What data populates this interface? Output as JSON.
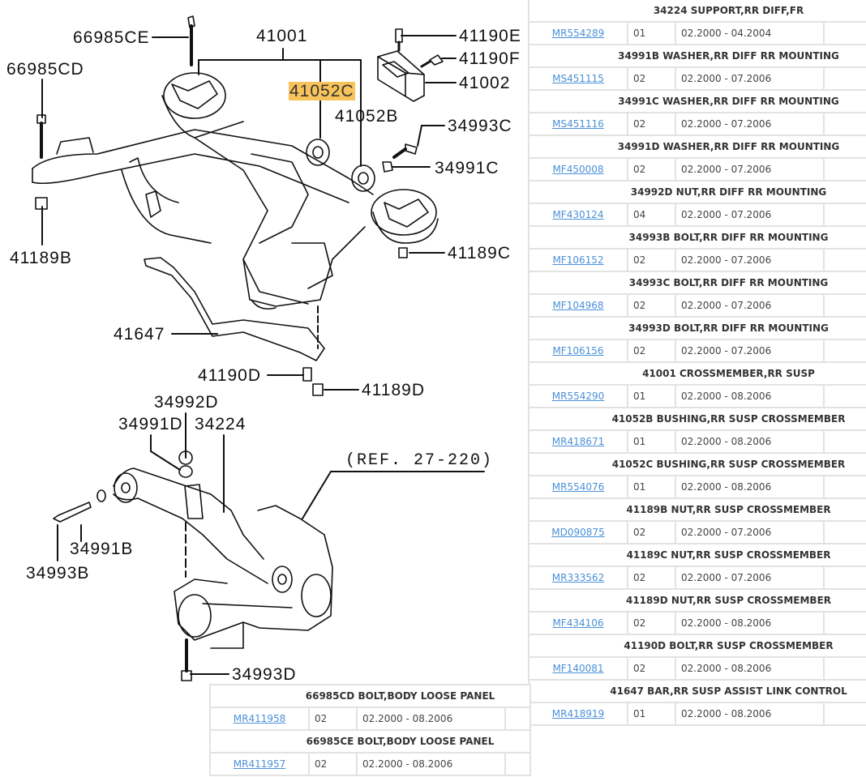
{
  "diagram": {
    "callouts": {
      "c66985CE": "66985CE",
      "c41001": "41001",
      "c41190E": "41190E",
      "c41190F": "41190F",
      "c66985CD": "66985CD",
      "c41052C": "41052C",
      "c41002": "41002",
      "c41052B": "41052B",
      "c34993C": "34993C",
      "c34991C": "34991C",
      "c41189B": "41189B",
      "c41189C": "41189C",
      "c41647": "41647",
      "c41190D": "41190D",
      "c41189D": "41189D",
      "c34992D": "34992D",
      "c34991D": "34991D",
      "c34224": "34224",
      "ref": "(REF. 27-220)",
      "c34991B": "34991B",
      "c34993B": "34993B",
      "c34993D": "34993D"
    },
    "highlight_color": "#f7c35a"
  },
  "right_table": {
    "groups": [
      {
        "heading": "34224 SUPPORT,RR DIFF,FR",
        "part_no": "MR554289",
        "qty": "01",
        "dates": "02.2000 - 04.2004"
      },
      {
        "heading": "34991B WASHER,RR DIFF RR MOUNTING",
        "part_no": "MS451115",
        "qty": "02",
        "dates": "02.2000 - 07.2006"
      },
      {
        "heading": "34991C WASHER,RR DIFF RR MOUNTING",
        "part_no": "MS451116",
        "qty": "02",
        "dates": "02.2000 - 07.2006"
      },
      {
        "heading": "34991D WASHER,RR DIFF RR MOUNTING",
        "part_no": "MF450008",
        "qty": "02",
        "dates": "02.2000 - 07.2006"
      },
      {
        "heading": "34992D NUT,RR DIFF RR MOUNTING",
        "part_no": "MF430124",
        "qty": "04",
        "dates": "02.2000 - 07.2006"
      },
      {
        "heading": "34993B BOLT,RR DIFF RR MOUNTING",
        "part_no": "MF106152",
        "qty": "02",
        "dates": "02.2000 - 07.2006"
      },
      {
        "heading": "34993C BOLT,RR DIFF RR MOUNTING",
        "part_no": "MF104968",
        "qty": "02",
        "dates": "02.2000 - 07.2006"
      },
      {
        "heading": "34993D BOLT,RR DIFF RR MOUNTING",
        "part_no": "MF106156",
        "qty": "02",
        "dates": "02.2000 - 07.2006"
      },
      {
        "heading": "41001 CROSSMEMBER,RR SUSP",
        "part_no": "MR554290",
        "qty": "01",
        "dates": "02.2000 - 08.2006"
      },
      {
        "heading": "41052B BUSHING,RR SUSP CROSSMEMBER",
        "part_no": "MR418671",
        "qty": "01",
        "dates": "02.2000 - 08.2006"
      },
      {
        "heading": "41052C BUSHING,RR SUSP CROSSMEMBER",
        "part_no": "MR554076",
        "qty": "01",
        "dates": "02.2000 - 08.2006"
      },
      {
        "heading": "41189B NUT,RR SUSP CROSSMEMBER",
        "part_no": "MD090875",
        "qty": "02",
        "dates": "02.2000 - 07.2006"
      },
      {
        "heading": "41189C NUT,RR SUSP CROSSMEMBER",
        "part_no": "MR333562",
        "qty": "02",
        "dates": "02.2000 - 07.2006"
      },
      {
        "heading": "41189D NUT,RR SUSP CROSSMEMBER",
        "part_no": "MF434106",
        "qty": "02",
        "dates": "02.2000 - 08.2006"
      },
      {
        "heading": "41190D BOLT,RR SUSP CROSSMEMBER",
        "part_no": "MF140081",
        "qty": "02",
        "dates": "02.2000 - 08.2006"
      },
      {
        "heading": "41647 BAR,RR SUSP ASSIST LINK CONTROL",
        "part_no": "MR418919",
        "qty": "01",
        "dates": "02.2000 - 08.2006"
      }
    ]
  },
  "bottom_table": {
    "groups": [
      {
        "heading": "66985CD BOLT,BODY LOOSE PANEL",
        "part_no": "MR411958",
        "qty": "02",
        "dates": "02.2000 - 08.2006"
      },
      {
        "heading": "66985CE BOLT,BODY LOOSE PANEL",
        "part_no": "MR411957",
        "qty": "02",
        "dates": "02.2000 - 08.2006"
      }
    ]
  },
  "colors": {
    "link": "#4a90d9",
    "border": "#e2e2e2",
    "highlight": "#f7c35a"
  }
}
